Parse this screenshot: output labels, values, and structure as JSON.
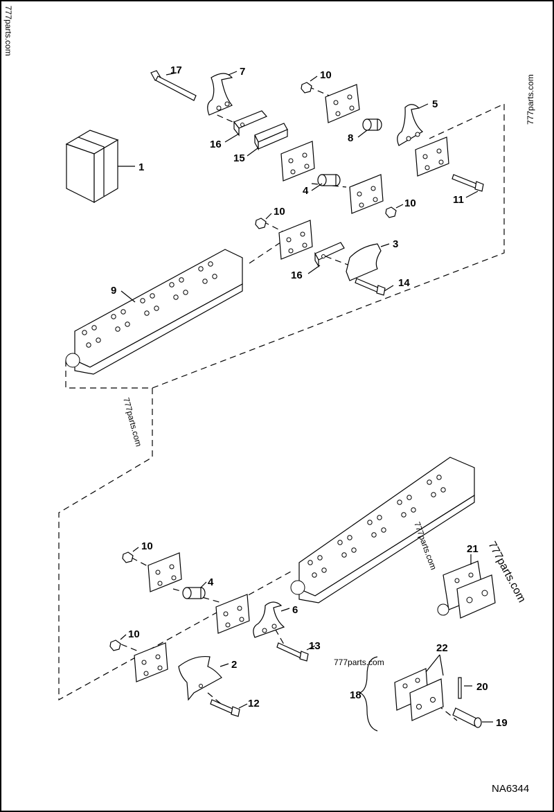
{
  "callouts": {
    "c1": "1",
    "c2": "2",
    "c3": "3",
    "c4a": "4",
    "c4b": "4",
    "c5": "5",
    "c6": "6",
    "c7": "7",
    "c8": "8",
    "c9": "9",
    "c10a": "10",
    "c10b": "10",
    "c10c": "10",
    "c10d": "10",
    "c10e": "10",
    "c11": "11",
    "c12": "12",
    "c13": "13",
    "c14": "14",
    "c15": "15",
    "c16a": "16",
    "c16b": "16",
    "c17": "17",
    "c18": "18",
    "c19": "19",
    "c20": "20",
    "c21": "21",
    "c22": "22"
  },
  "drawing_code": "NA6344",
  "watermarks": {
    "w1": "777parts.com",
    "w2": "777parts.com",
    "w3": "777parts.com",
    "w4": "777parts.com",
    "w5": "777parts.com",
    "w6": "777parts.com"
  }
}
